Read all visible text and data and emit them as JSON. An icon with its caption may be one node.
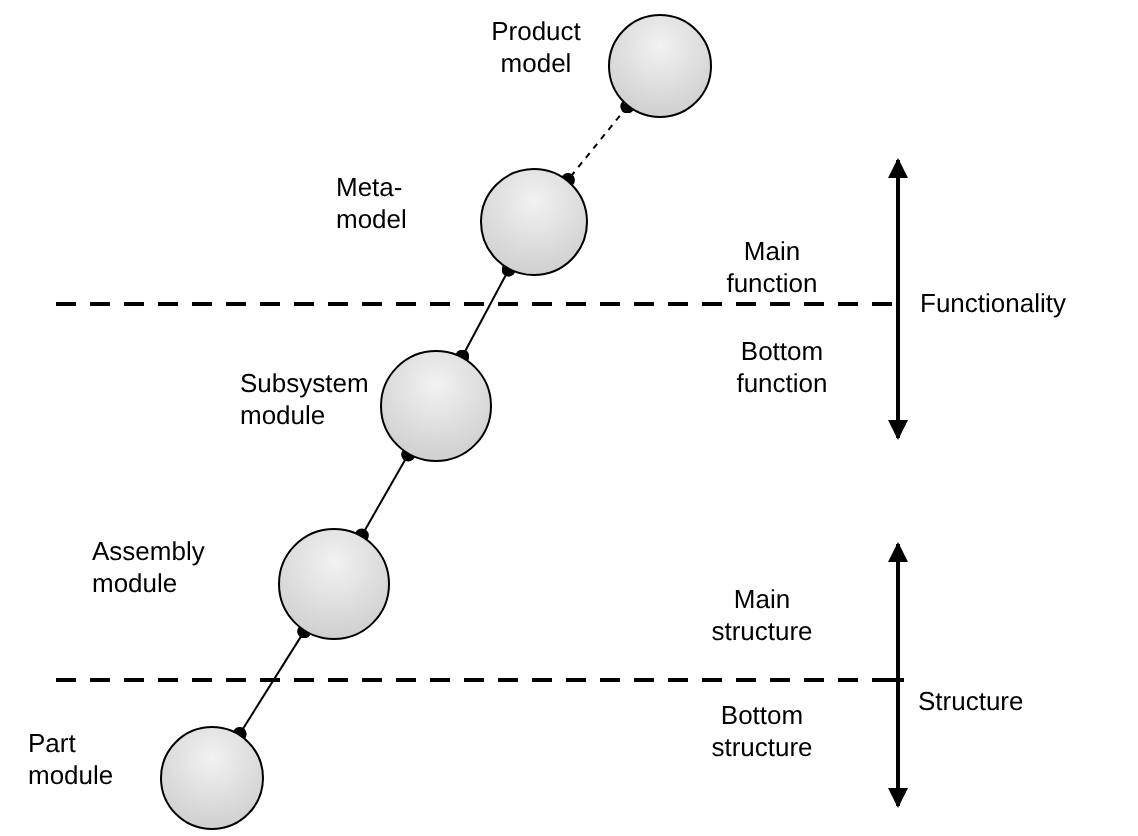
{
  "diagram": {
    "nodes": [
      {
        "text": [],
        "shape": "circle",
        "beside": [
          "Product model"
        ]
      },
      {
        "text": [],
        "shape": "circle",
        "beside": [
          "Meta- model"
        ]
      },
      {
        "text": [],
        "shape": "circle",
        "beside": [
          "Subsystem module"
        ]
      },
      {
        "text": [],
        "shape": "circle",
        "beside": [
          "Assembly module"
        ]
      },
      {
        "text": [],
        "shape": "circle",
        "beside": [
          "Part module"
        ]
      }
    ],
    "edges": [
      {
        "from": 0,
        "to": 1,
        "arrow": "other",
        "style": "dashed"
      },
      {
        "from": 1,
        "to": 2,
        "arrow": "other"
      },
      {
        "from": 2,
        "to": 3,
        "arrow": "other"
      },
      {
        "from": 3,
        "to": 4,
        "arrow": "other"
      }
    ],
    "labels": [
      "Main function",
      "Functionality",
      "Bottom function",
      "Main structure",
      "Structure",
      "Bottom structure"
    ]
  }
}
